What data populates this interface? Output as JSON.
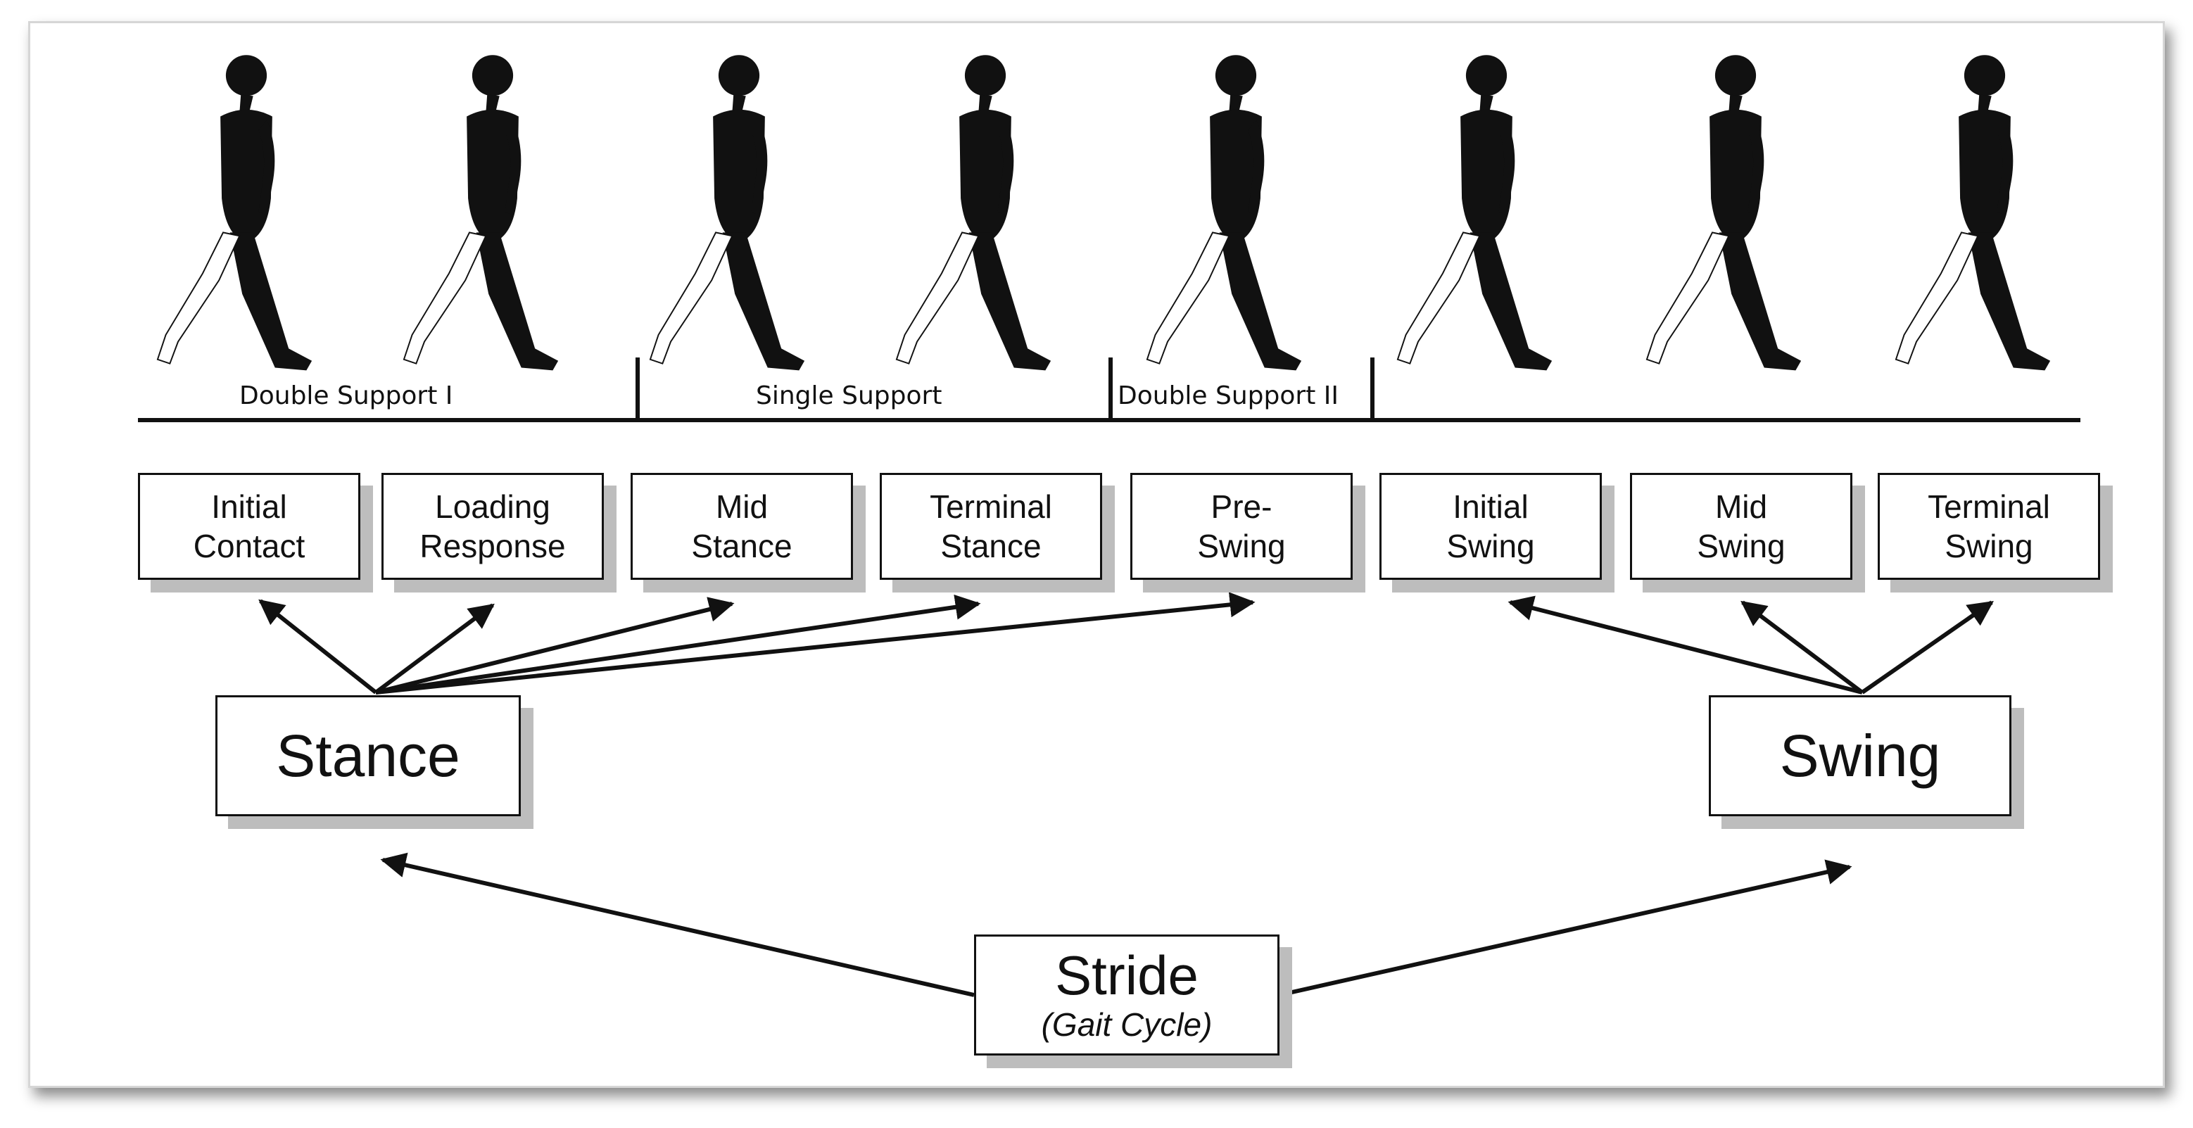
{
  "supports": [
    "Double Support I",
    "Single Support",
    "Double Support II"
  ],
  "phases": [
    {
      "line1": "Initial",
      "line2": "Contact"
    },
    {
      "line1": "Loading",
      "line2": "Response"
    },
    {
      "line1": "Mid",
      "line2": "Stance"
    },
    {
      "line1": "Terminal",
      "line2": "Stance"
    },
    {
      "line1": "Pre-",
      "line2": "Swing"
    },
    {
      "line1": "Initial",
      "line2": "Swing"
    },
    {
      "line1": "Mid",
      "line2": "Swing"
    },
    {
      "line1": "Terminal",
      "line2": "Swing"
    }
  ],
  "stance": "Stance",
  "swing": "Swing",
  "stride": {
    "title": "Stride",
    "subtitle": "(Gait Cycle)"
  },
  "figure_icons": [
    "walking-figure-icon"
  ]
}
